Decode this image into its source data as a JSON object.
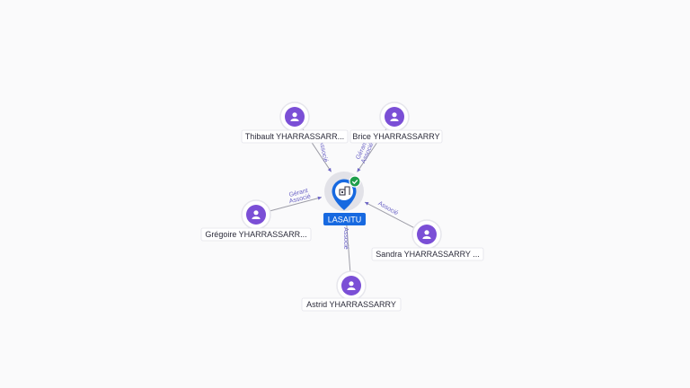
{
  "company": {
    "name": "LASAITU",
    "icon": "building-icon",
    "status": "check-badge-icon",
    "colors": {
      "pin": "#1769e0",
      "badge": "#1e9e4a"
    }
  },
  "people": [
    {
      "name": "Thibault YHARRASSARR...",
      "relation": "Associé"
    },
    {
      "name": "Brice YHARRASSARRY",
      "relation": "Gérant\nAssocié"
    },
    {
      "name": "Grégoire YHARRASSARR...",
      "relation": "Gérant\nAssocié"
    },
    {
      "name": "Sandra YHARRASSARRY ...",
      "relation": "Associé"
    },
    {
      "name": "Astrid YHARRASSARRY",
      "relation": "Associé"
    }
  ],
  "colors": {
    "person": "#7b4fd6",
    "edge_label": "#6b63c6"
  }
}
